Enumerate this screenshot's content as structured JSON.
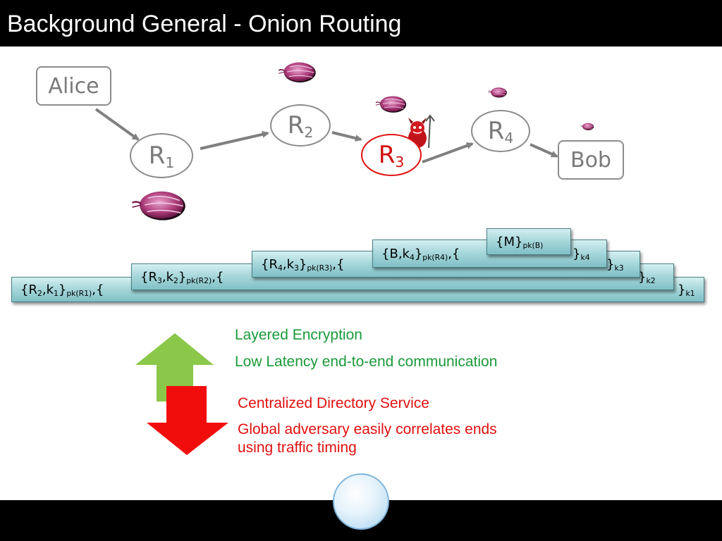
{
  "slide": {
    "title": "Background General - Onion Routing"
  },
  "nodes": {
    "alice": "Alice",
    "bob": "Bob",
    "r1": {
      "base": "R",
      "sub": "1"
    },
    "r2": {
      "base": "R",
      "sub": "2"
    },
    "r3": {
      "base": "R",
      "sub": "3",
      "compromised": true
    },
    "r4": {
      "base": "R",
      "sub": "4"
    }
  },
  "layers": [
    {
      "open_base": "{R",
      "open_sub1": "2",
      "open_mid": ",k",
      "open_sub2": "1",
      "open_close": "}",
      "open_pk": "pk(R1)",
      "open_tail": ",{",
      "close_base": "}",
      "close_sub": "k1"
    },
    {
      "open_base": "{R",
      "open_sub1": "3",
      "open_mid": ",k",
      "open_sub2": "2",
      "open_close": "}",
      "open_pk": "pk(R2)",
      "open_tail": ",{",
      "close_base": "}",
      "close_sub": "k2"
    },
    {
      "open_base": "{R",
      "open_sub1": "4",
      "open_mid": ",k",
      "open_sub2": "3",
      "open_close": "}",
      "open_pk": "pk(R3)",
      "open_tail": ",{",
      "close_base": "}",
      "close_sub": "k3"
    },
    {
      "open_base": "{B",
      "open_sub1": "",
      "open_mid": ",k",
      "open_sub2": "4",
      "open_close": "}",
      "open_pk": "pk(R4)",
      "open_tail": ",{",
      "close_base": "}",
      "close_sub": "k4"
    },
    {
      "text": "{M}",
      "pk": "pk(B)"
    }
  ],
  "pros": [
    "Layered Encryption",
    "Low Latency end-to-end communication"
  ],
  "cons": [
    "Centralized Directory Service",
    "Global adversary easily correlates ends",
    "using traffic timing"
  ],
  "colors": {
    "pro": "#1a9a3a",
    "con": "#e01010",
    "onion": "#a0306f",
    "layer": "#a9d8dc"
  }
}
